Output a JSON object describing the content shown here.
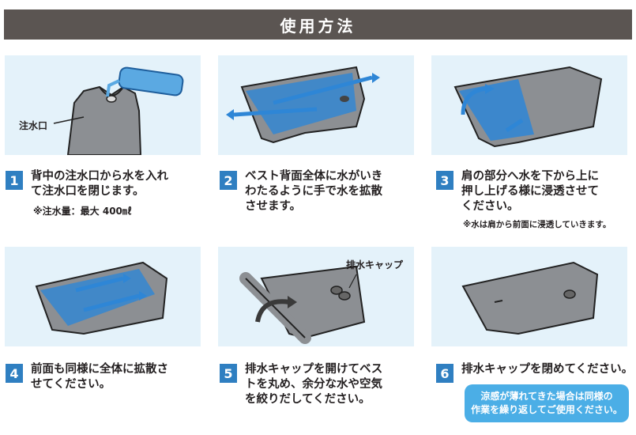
{
  "title": "使用方法",
  "steps": [
    {
      "num": "1",
      "text": "背中の注水口から水を入れ\nて注水口を閉じます。",
      "note": "※注水量：最大 400㎖"
    },
    {
      "num": "2",
      "text": "ベスト背面全体に水がいき\nわたるように手で水を拡散\nさせます。"
    },
    {
      "num": "3",
      "text": "肩の部分へ水を下から上に\n押し上げる様に浸透させて\nください。",
      "note": "※水は肩から前面に浸透していきます。"
    },
    {
      "num": "4",
      "text": "前面も同様に全体に拡散さ\nせてください。"
    },
    {
      "num": "5",
      "text": "排水キャップを開けてベス\nトを丸め、余分な水や空気\nを絞りだしてください。"
    },
    {
      "num": "6",
      "text": "排水キャップを閉めてください。"
    }
  ],
  "labels": {
    "inlet": "注水口",
    "drain_cap": "排水キャップ"
  },
  "callout": "涼感が薄れてきた場合は同様の\n作業を繰り返してご使用ください。",
  "colors": {
    "header": "#5b5552",
    "accent": "#2f7fc1",
    "panel": "#e4f2fa",
    "vest": "#8c8f93",
    "water": "#2e86d6"
  }
}
